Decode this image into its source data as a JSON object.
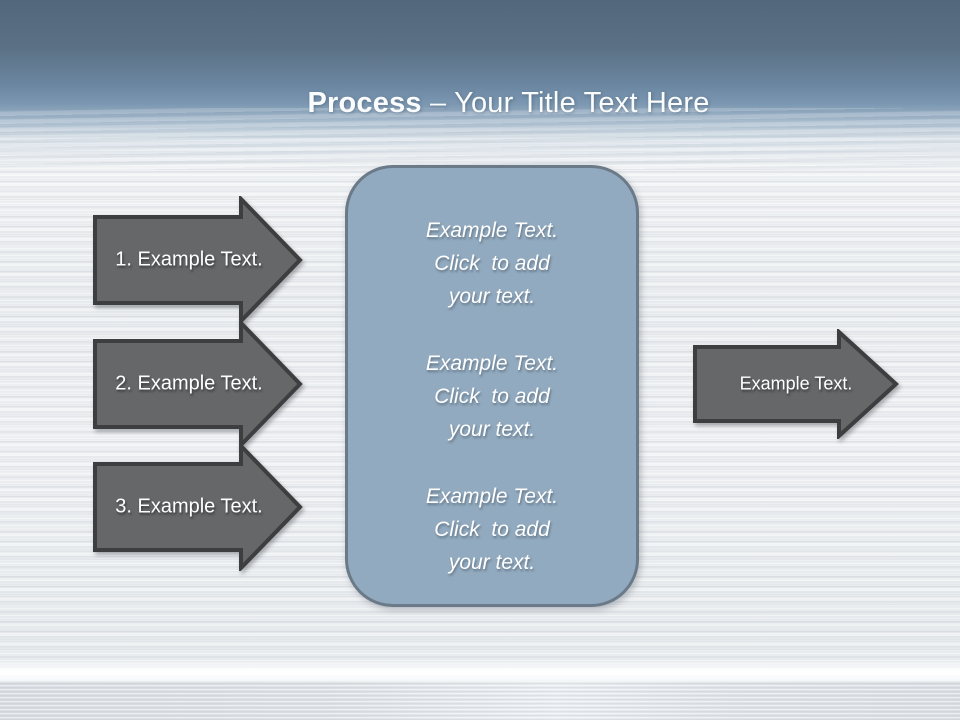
{
  "title": {
    "bold": "Process",
    "rest": " – Your Title Text Here"
  },
  "left_arrows": [
    {
      "label": "1. Example Text."
    },
    {
      "label": "2. Example Text."
    },
    {
      "label": "3. Example Text."
    }
  ],
  "center_box": {
    "paragraphs": [
      {
        "line1": "Example Text.",
        "line2": "Click  to add",
        "line3": "your text."
      },
      {
        "line1": "Example Text.",
        "line2": "Click  to add",
        "line3": "your text."
      },
      {
        "line1": "Example Text.",
        "line2": "Click  to add",
        "line3": "your text."
      }
    ]
  },
  "right_arrow": {
    "label": "Example Text."
  },
  "colors": {
    "header_top": "#53677c",
    "header_bottom": "#7b97b1",
    "metal_base": "#e9ebee",
    "arrow_fill": "#666768",
    "arrow_border": "#3d3e3f",
    "box_fill": "#92aabf",
    "box_border": "#6b7a88",
    "title_text": "#fafcfd",
    "body_text": "#ffffff"
  }
}
